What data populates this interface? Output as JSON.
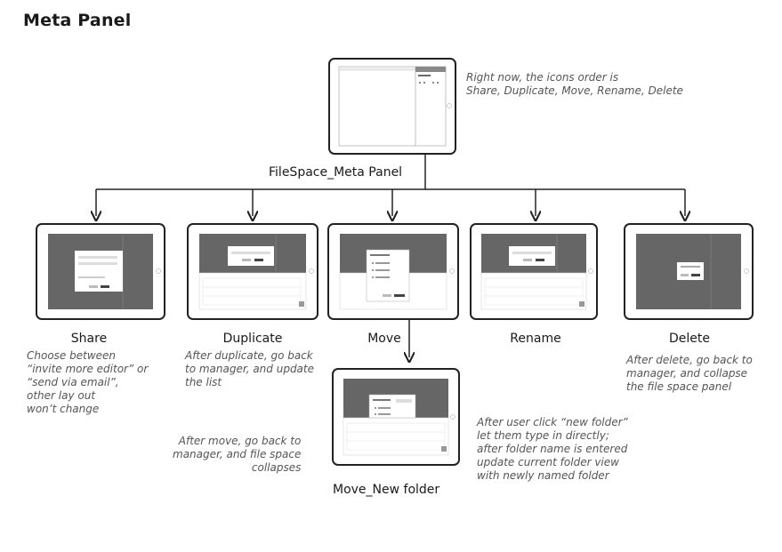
{
  "page": {
    "title": "Meta Panel"
  },
  "root": {
    "label": "FileSpace_Meta Panel",
    "note": "Right now, the icons order is\nShare, Duplicate, Move, Rename, Delete"
  },
  "children": [
    {
      "id": "share",
      "label": "Share",
      "note": "Choose between\n“invite more editor” or\n“send via email”,\nother lay out\nwon’t change"
    },
    {
      "id": "duplicate",
      "label": "Duplicate",
      "note": "After duplicate, go back\nto manager, and update\nthe list"
    },
    {
      "id": "move",
      "label": "Move",
      "note": "After move, go back to\nmanager, and file space\ncollapses"
    },
    {
      "id": "rename",
      "label": "Rename",
      "note": ""
    },
    {
      "id": "delete",
      "label": "Delete",
      "note": "After delete, go back to\nmanager, and collapse\nthe file space panel"
    }
  ],
  "sub": {
    "label": "Move_New folder",
    "note": "After user click “new folder”\nlet them type in directly;\nafter folder name is entered\nupdate current folder view\nwith newly named folder"
  }
}
